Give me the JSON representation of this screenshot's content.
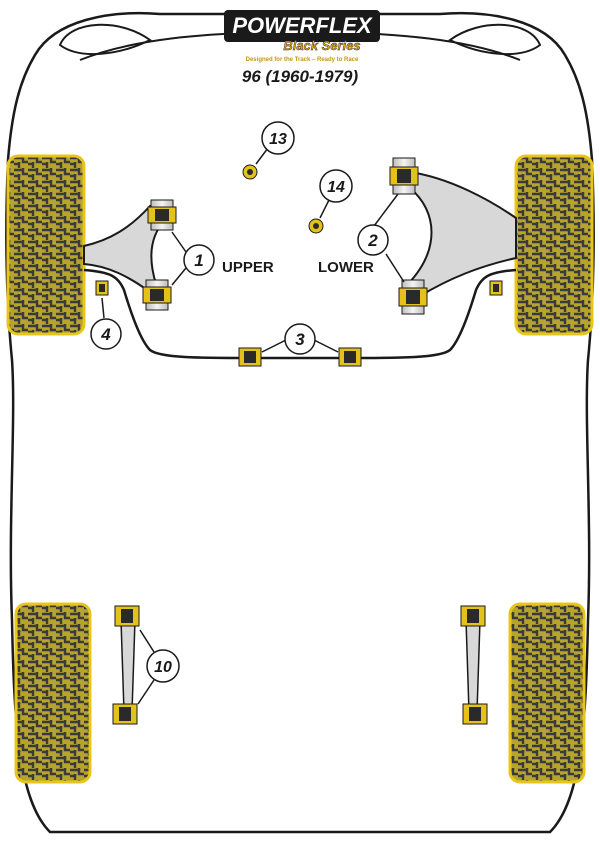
{
  "brand": {
    "name": "POWERFLEX",
    "series": "Black Series",
    "tagline": "Designed for the Track – Ready to Race",
    "primary_color": "#1a1a1a",
    "accent_color": "#d9a514"
  },
  "vehicle": {
    "model": "96 (1960-1979)"
  },
  "labels": {
    "upper": "UPPER",
    "lower": "LOWER"
  },
  "callouts": {
    "c1": "1",
    "c2": "2",
    "c3": "3",
    "c4": "4",
    "c10": "10",
    "c13": "13",
    "c14": "14"
  },
  "colors": {
    "tyre": "#b5a22c",
    "tyre_outline": "#e8c51a",
    "bush": "#e2c21b",
    "bush_dark": "#2a2a2a",
    "arm": "#d8d8d8",
    "outline": "#1a1a1a"
  }
}
